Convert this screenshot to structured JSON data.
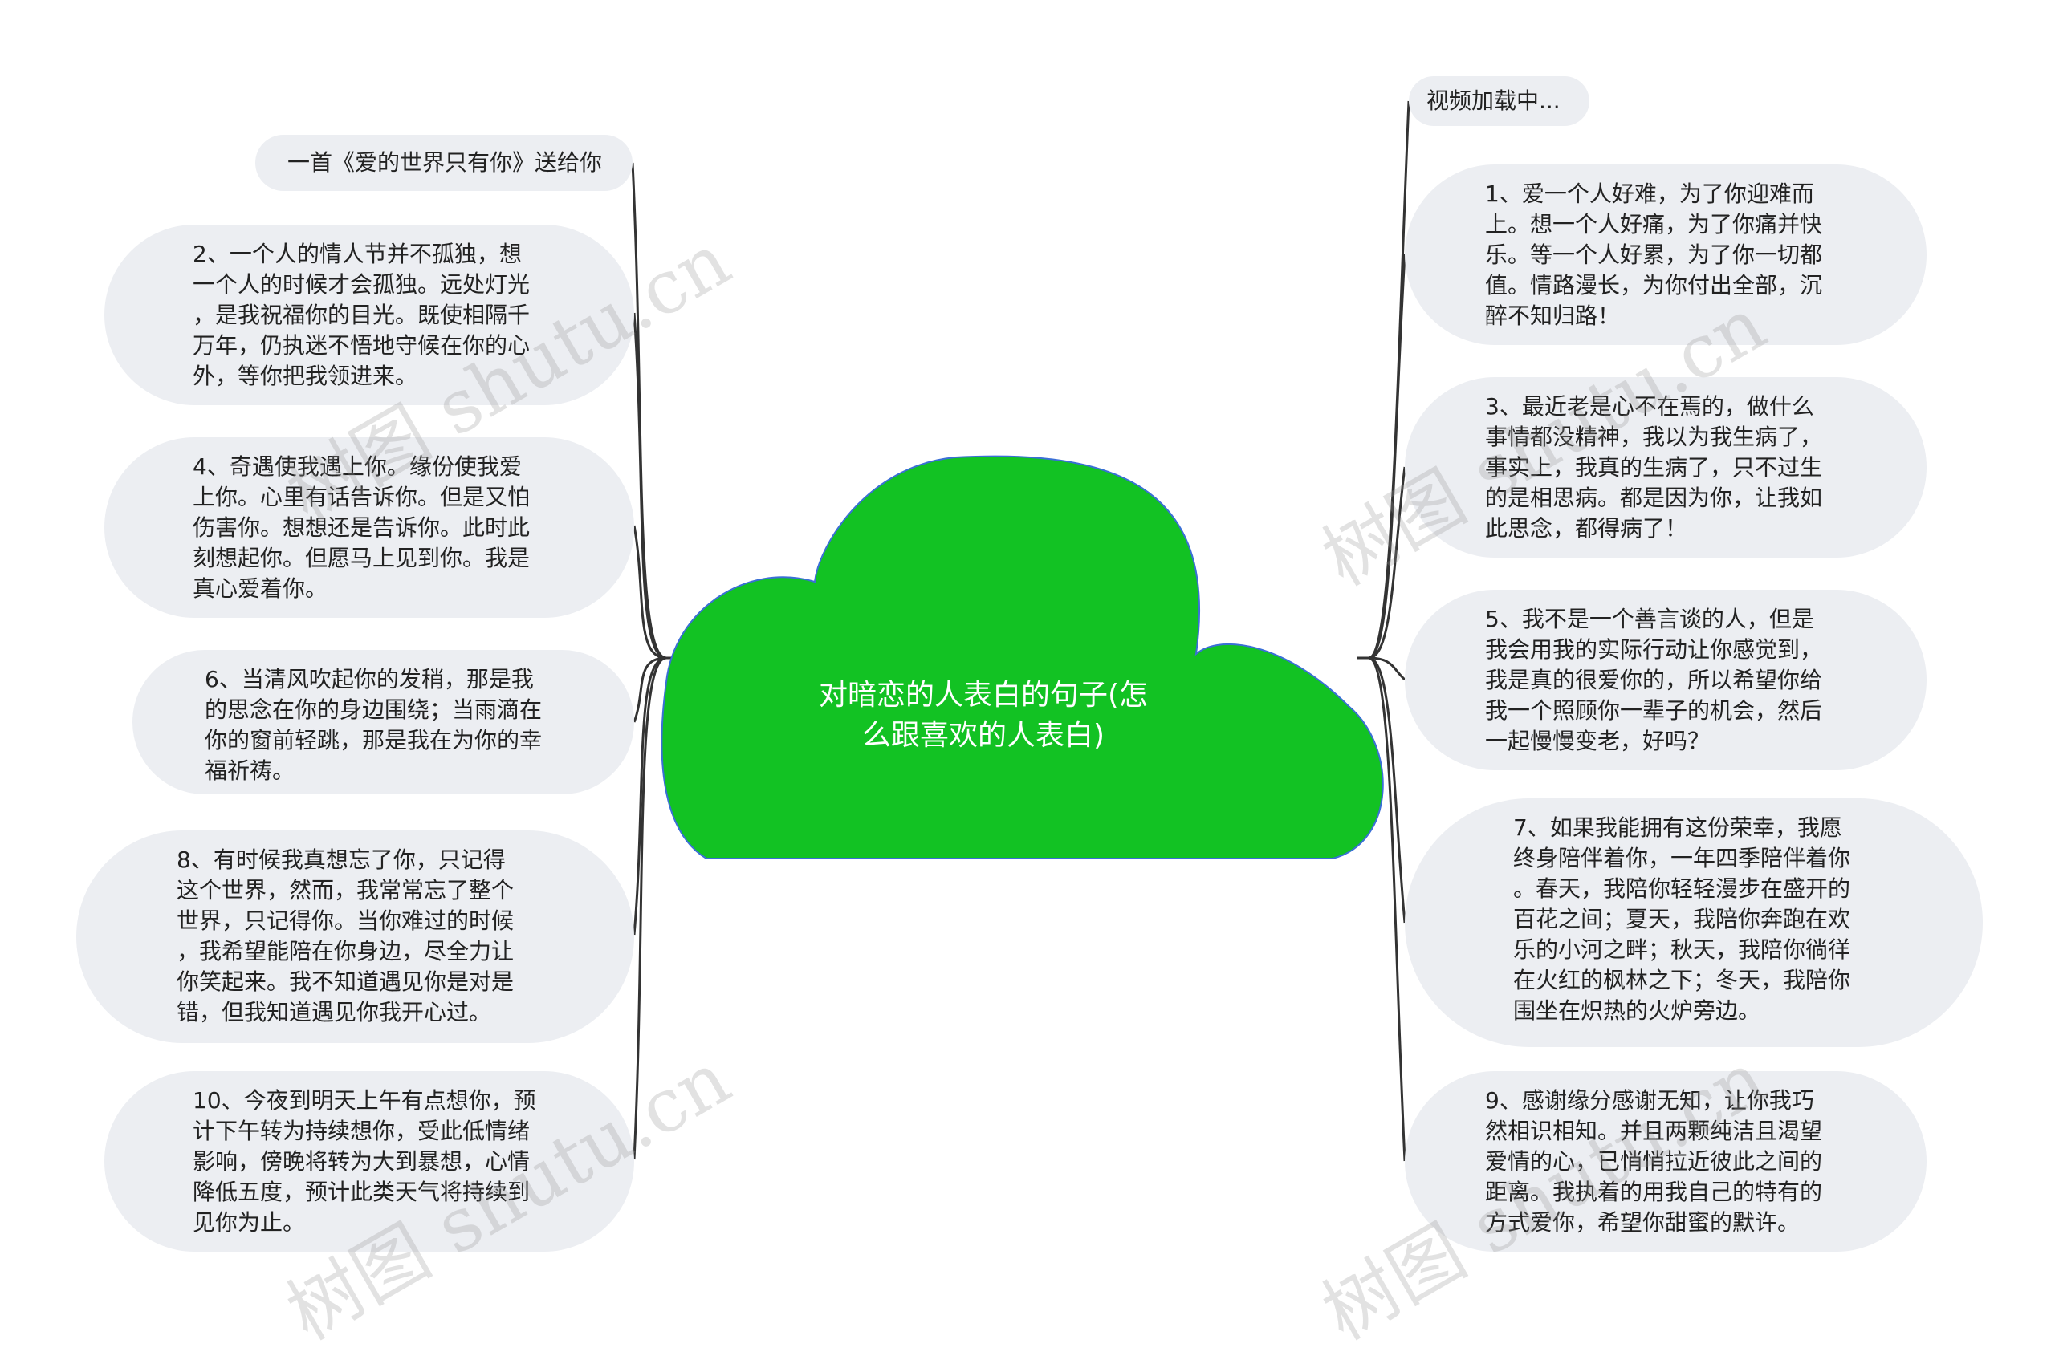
{
  "center": {
    "title_line1": "对暗恋的人表白的句子(怎",
    "title_line2": "么跟喜欢的人表白)",
    "fill_color": "#12c223",
    "outline_color": "#3a6fd6"
  },
  "left_nodes": [
    {
      "id": "L0",
      "lines": [
        "一首《爱的世界只有你》送给你"
      ]
    },
    {
      "id": "L1",
      "lines": [
        "2、一个人的情人节并不孤独，想",
        "一个人的时候才会孤独。远处灯光",
        "，是我祝福你的目光。既使相隔千",
        "万年，仍执迷不悟地守候在你的心",
        "外，等你把我领进来。"
      ]
    },
    {
      "id": "L2",
      "lines": [
        "4、奇遇使我遇上你。缘份使我爱",
        "上你。心里有话告诉你。但是又怕",
        "伤害你。想想还是告诉你。此时此",
        "刻想起你。但愿马上见到你。我是",
        "真心爱着你。"
      ]
    },
    {
      "id": "L3",
      "lines": [
        "6、当清风吹起你的发稍，那是我",
        "的思念在你的身边围绕；当雨滴在",
        "你的窗前轻跳，那是我在为你的幸",
        "福祈祷。"
      ]
    },
    {
      "id": "L4",
      "lines": [
        "8、有时候我真想忘了你，只记得",
        "这个世界，然而，我常常忘了整个",
        "世界，只记得你。当你难过的时候",
        "，我希望能陪在你身边，尽全力让",
        "你笑起来。我不知道遇见你是对是",
        "错，但我知道遇见你我开心过。"
      ]
    },
    {
      "id": "L5",
      "lines": [
        "10、今夜到明天上午有点想你，预",
        "计下午转为持续想你，受此低情绪",
        "影响，傍晚将转为大到暴想，心情",
        "降低五度，预计此类天气将持续到",
        "见你为止。"
      ]
    }
  ],
  "right_nodes": [
    {
      "id": "R0",
      "lines": [
        "视频加载中..."
      ]
    },
    {
      "id": "R1",
      "lines": [
        "1、爱一个人好难，为了你迎难而",
        "上。想一个人好痛，为了你痛并快",
        "乐。等一个人好累，为了你一切都",
        "值。情路漫长，为你付出全部，沉",
        "醉不知归路！"
      ]
    },
    {
      "id": "R2",
      "lines": [
        "3、最近老是心不在焉的，做什么",
        "事情都没精神，我以为我生病了，",
        "事实上，我真的生病了，只不过生",
        "的是相思病。都是因为你，让我如",
        "此思念，都得病了！"
      ]
    },
    {
      "id": "R3",
      "lines": [
        "5、我不是一个善言谈的人，但是",
        "我会用我的实际行动让你感觉到，",
        "我是真的很爱你的，所以希望你给",
        "我一个照顾你一辈子的机会，然后",
        "一起慢慢变老，好吗？"
      ]
    },
    {
      "id": "R4",
      "lines": [
        "7、如果我能拥有这份荣幸，我愿",
        "终身陪伴着你，一年四季陪伴着你",
        "。春天，我陪你轻轻漫步在盛开的",
        "百花之间；夏天，我陪你奔跑在欢",
        "乐的小河之畔；秋天，我陪你徜徉",
        "在火红的枫林之下；冬天，我陪你",
        "围坐在炽热的火炉旁边。"
      ]
    },
    {
      "id": "R5",
      "lines": [
        "9、感谢缘分感谢无知，让你我巧",
        "然相识相知。并且两颗纯洁且渴望",
        "爱情的心，已悄悄拉近彼此之间的",
        "距离。我执着的用我自己的特有的",
        "方式爱你，希望你甜蜜的默许。"
      ]
    }
  ],
  "watermark": "树图 shutu.cn",
  "colors": {
    "node_bg": "#eceef2",
    "connector": "#333333",
    "text": "#222222"
  }
}
